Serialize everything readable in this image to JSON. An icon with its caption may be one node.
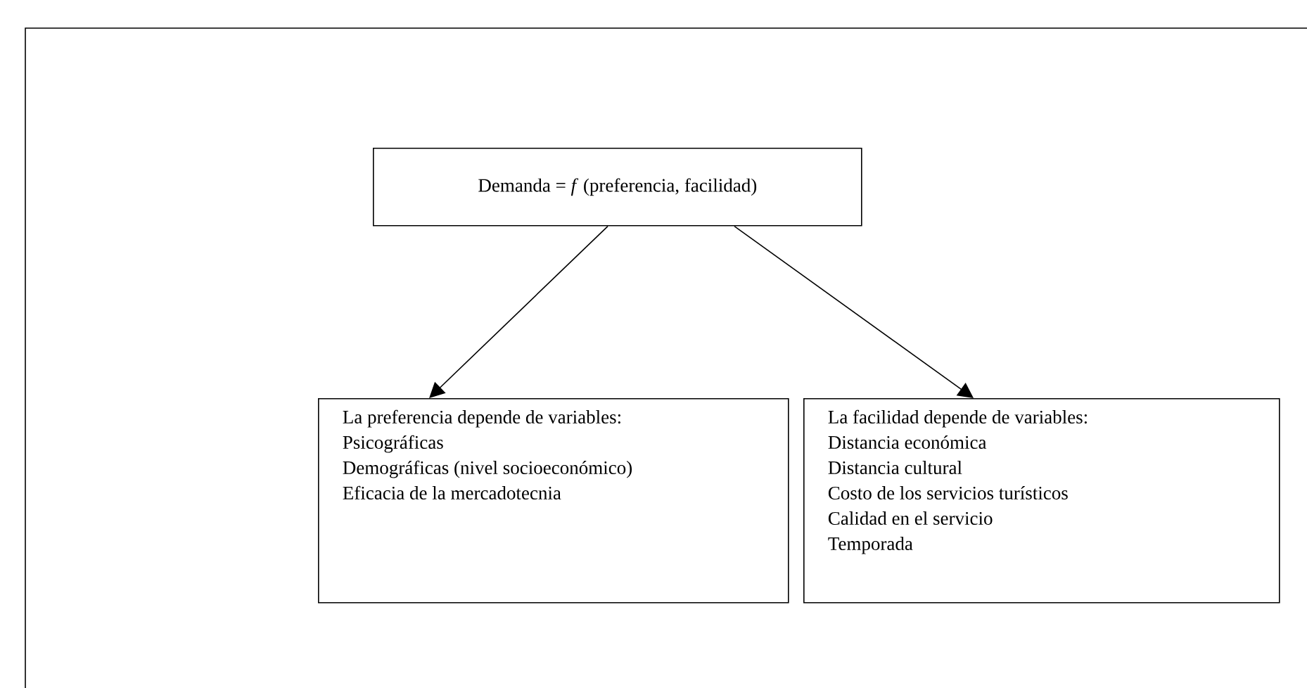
{
  "diagram": {
    "nodes": [
      {
        "text": [
          "Demanda = *f* (preferencia, facilidad)"
        ]
      },
      {
        "text": [
          "La preferencia depende de variables:",
          "Psicográficas",
          "Demográficas (nivel socioeconómico)",
          "Eficacia de la mercadotecnia"
        ]
      },
      {
        "text": [
          "La facilidad depende de variables:",
          "Distancia económica",
          "Distancia cultural",
          "Costo de los servicios turísticos",
          "Calidad en el servicio",
          "Temporada"
        ]
      }
    ],
    "edges": [
      {
        "from": 0,
        "to": 1,
        "arrow": "to"
      },
      {
        "from": 0,
        "to": 2,
        "arrow": "to"
      }
    ]
  }
}
